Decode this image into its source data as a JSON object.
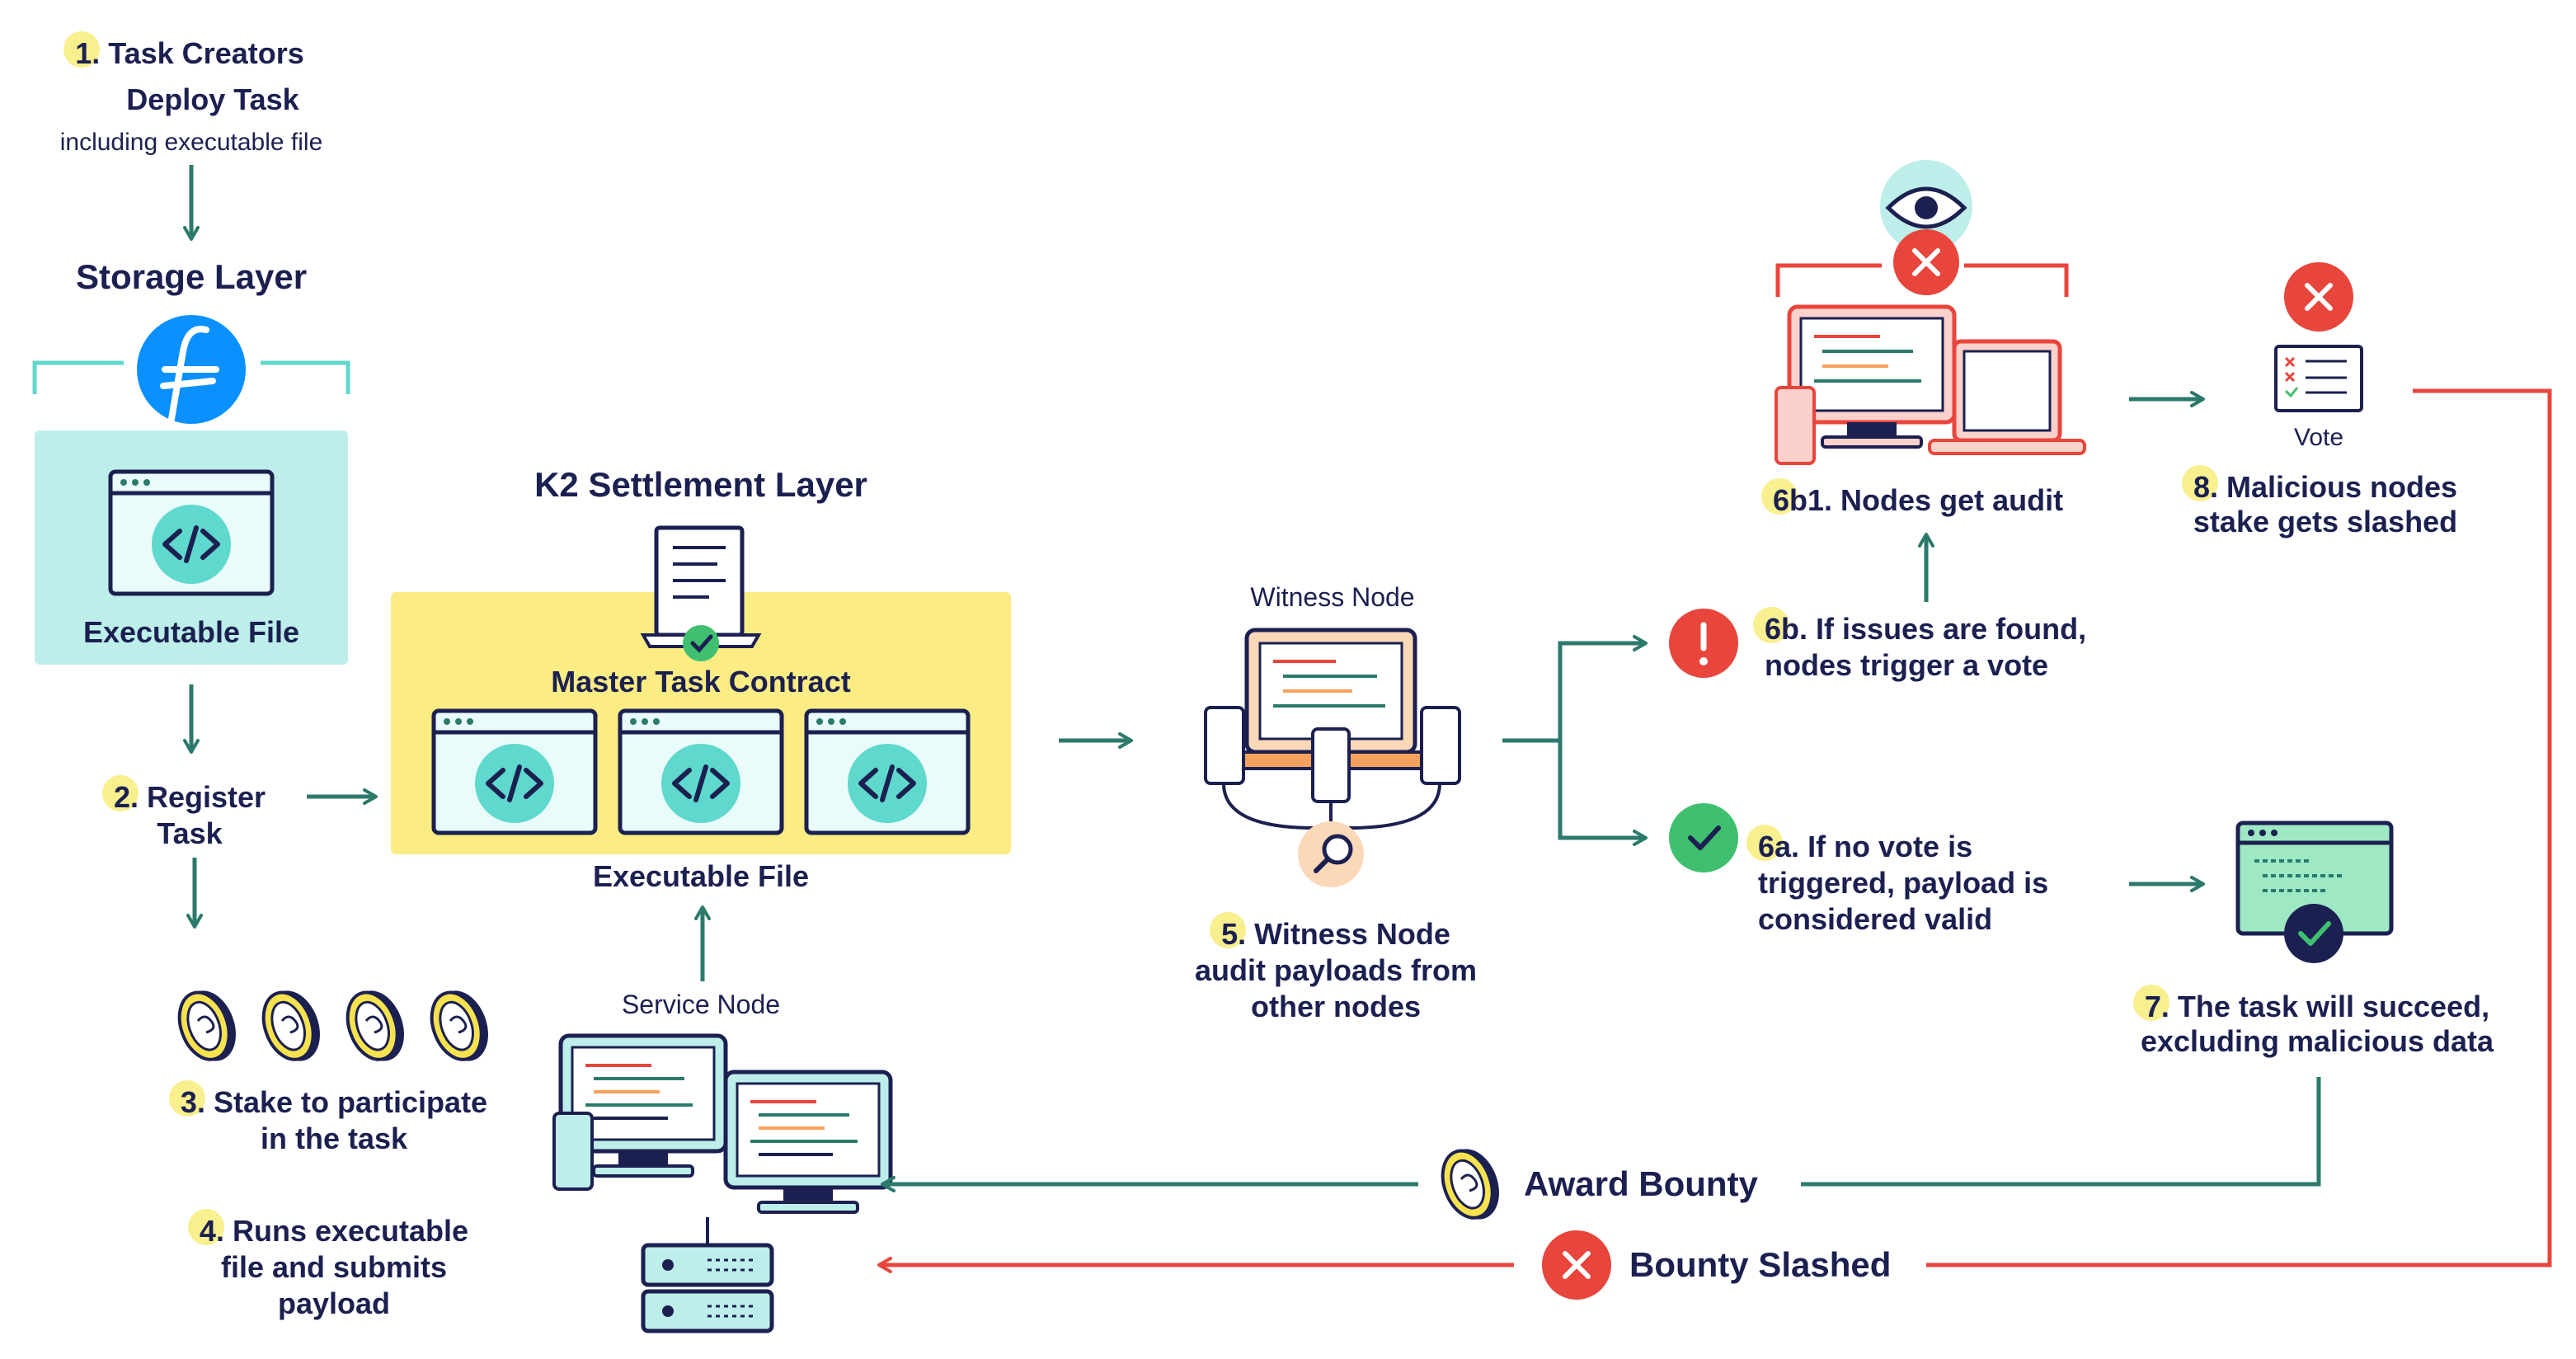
{
  "steps": {
    "s1": {
      "num": "1.",
      "title": "Task Creators",
      "line2": "Deploy Task",
      "sub": "including executable file"
    },
    "storage_title": "Storage Layer",
    "storage_file": "Executable File",
    "s2": {
      "num": "2.",
      "line1": "Register",
      "line2": "Task"
    },
    "s3": {
      "num": "3.",
      "line1": "Stake to participate",
      "line2": "in the task"
    },
    "s4": {
      "num": "4.",
      "line1": "Runs executable",
      "line2": "file and submits",
      "line3": "payload"
    },
    "k2_title": "K2 Settlement Layer",
    "master": "Master Task Contract",
    "exec_file": "Executable File",
    "service_node": "Service Node",
    "witness_node": "Witness Node",
    "s5": {
      "num": "5.",
      "line1": "Witness Node",
      "line2": "audit payloads from",
      "line3": "other nodes"
    },
    "s6b": {
      "num": "6",
      "suffix": "b.",
      "line1": " If issues are found,",
      "line2": "nodes trigger a vote"
    },
    "s6b1": {
      "num": "6",
      "suffix": "b1.",
      "line1": " Nodes get audit"
    },
    "s6a": {
      "num": "6",
      "suffix": "a.",
      "line1": " If no vote is",
      "line2": "triggered, payload is",
      "line3": "considered valid"
    },
    "vote": "Vote",
    "s8": {
      "num": "8.",
      "line1": " Malicious nodes",
      "line2": "stake gets slashed"
    },
    "s7": {
      "num": "7.",
      "line1": " The task will succeed,",
      "line2": "excluding malicious data"
    },
    "award": "Award Bounty",
    "slashed": "Bounty Slashed"
  },
  "colors": {
    "navy": "#1b2050",
    "teal_arrow": "#2b7a6c",
    "red": "#e8453c",
    "yellow_box": "#fbec84",
    "mint_box": "#bdeeea",
    "code_circle": "#5fd8cd",
    "filecoin_blue": "#0a90ff",
    "orange": "#f6a25e",
    "number_highlight": "#f8ef8f"
  },
  "icons": [
    "filecoin-icon",
    "code-icon",
    "contract-icon",
    "checkmark-icon",
    "coin-icon",
    "server-icon",
    "magnifier-icon",
    "eye-icon",
    "x-icon",
    "exclamation-icon",
    "ballot-icon"
  ]
}
